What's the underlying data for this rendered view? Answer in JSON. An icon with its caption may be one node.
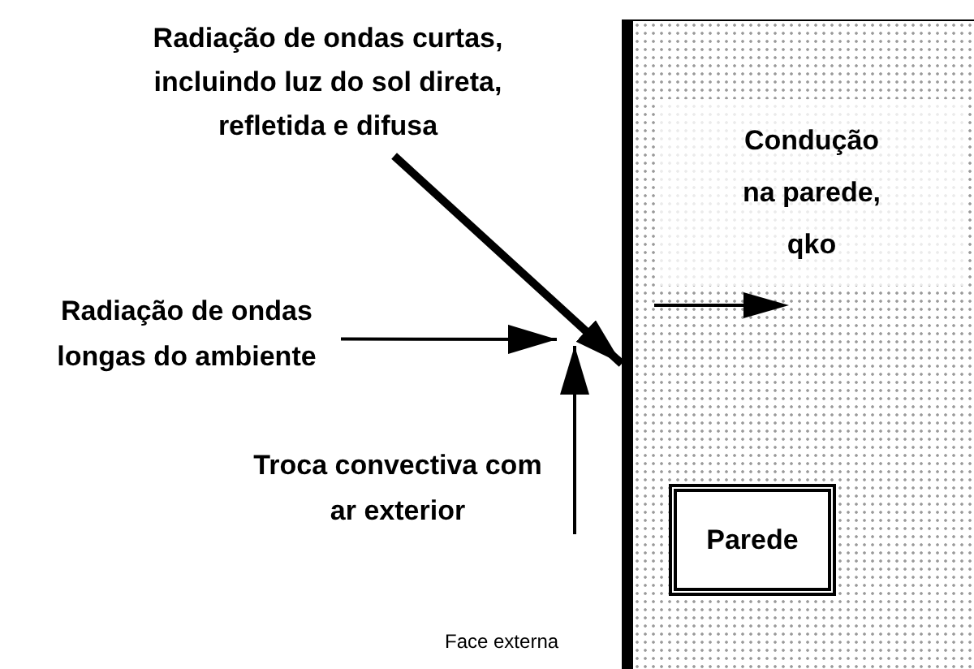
{
  "diagram": {
    "nodes": [
      {
        "text": [
          "Radiação de ondas curtas, incluindo luz do sol direta, refletida e difusa"
        ]
      },
      {
        "text": [
          "Radiação de ondas longas do ambiente"
        ]
      },
      {
        "text": [
          "Troca convectiva com ar exterior"
        ]
      },
      {
        "text": [],
        "shape": "box"
      },
      {
        "text": [
          "Condução na parede, qko"
        ],
        "in": 3
      },
      {
        "text": [
          "Parede"
        ],
        "in": 3
      }
    ],
    "edges": [
      {
        "from": 0,
        "to": 3,
        "arrow": "to",
        "style": "thick"
      },
      {
        "from": 1,
        "to": null,
        "arrow": "to"
      },
      {
        "from": 2,
        "to": 3,
        "arrow": "to"
      }
    ],
    "labels": [
      "Face externa"
    ]
  }
}
